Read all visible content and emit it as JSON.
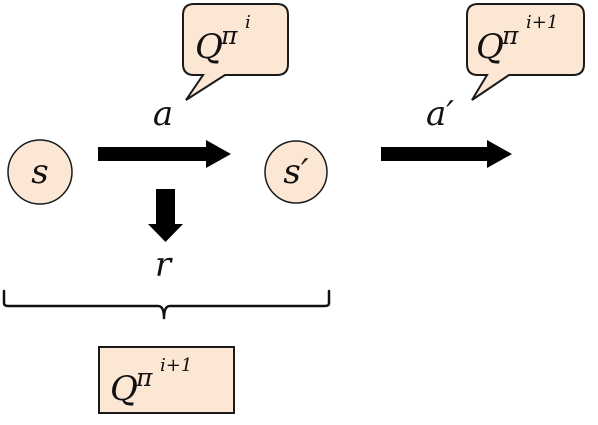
{
  "states": {
    "s": "s",
    "s_prime": "s′"
  },
  "actions": {
    "a": "a",
    "a_prime": "a′"
  },
  "reward": "r",
  "callouts": {
    "current": {
      "base": "Q",
      "policy": "π",
      "index": "i"
    },
    "next": {
      "base": "Q",
      "policy": "π",
      "index": "i+1"
    }
  },
  "target_box": {
    "base": "Q",
    "policy": "π",
    "index": "i+1"
  },
  "colors": {
    "fill": "#fce6d4",
    "stroke": "#1a1a1a",
    "arrow": "#000000"
  }
}
